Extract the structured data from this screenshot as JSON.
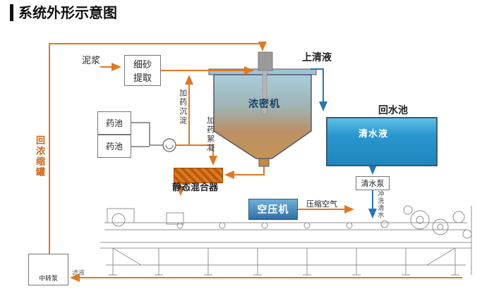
{
  "title": "系统外形示意图",
  "diagram": {
    "labels": {
      "mud": "泥浆",
      "fine_sand_extraction": "细砂提取",
      "supernatant": "上清液",
      "thickener": "浓密机",
      "return_pool": "回水池",
      "clear_water": "清水液",
      "clear_water_pump": "清水泵",
      "chemical_pool_1": "药池",
      "chemical_pool_2": "药池",
      "dosing_sedimentation": "加药沉淀",
      "dosing_flocculation": "加药絮凝",
      "static_mixer": "静态混合器",
      "air_compressor": "空压机",
      "compressed_air": "压缩空气",
      "return_concentration_tank": "回浓缩罐",
      "transfer_pump": "中转泵",
      "wash_water": "冲洗清水",
      "filtrate": "滤液"
    },
    "colors": {
      "flow_line_orange": "#e07820",
      "water_blue": "#2a97cf",
      "thickener_top_blue": "#a9cddc",
      "thickener_bottom_tan": "#c49455",
      "thickener_label_navy": "#15406b",
      "compressor_blue": "#2f6fa8",
      "machine_gray": "#909090"
    }
  }
}
